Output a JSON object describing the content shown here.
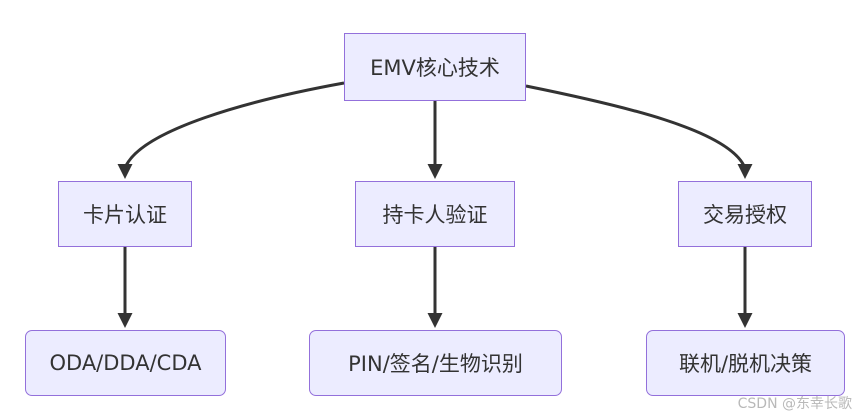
{
  "diagram": {
    "root": {
      "label": "EMV核心技术"
    },
    "branches": [
      {
        "label": "卡片认证",
        "child": "ODA/DDA/CDA"
      },
      {
        "label": "持卡人验证",
        "child": "PIN/签名/生物识别"
      },
      {
        "label": "交易授权",
        "child": "联机/脱机决策"
      }
    ]
  },
  "colors": {
    "node_fill": "#ececff",
    "node_border": "#9370db",
    "edge": "#333333",
    "text": "#333333"
  },
  "watermark": "CSDN @东幸长歌"
}
